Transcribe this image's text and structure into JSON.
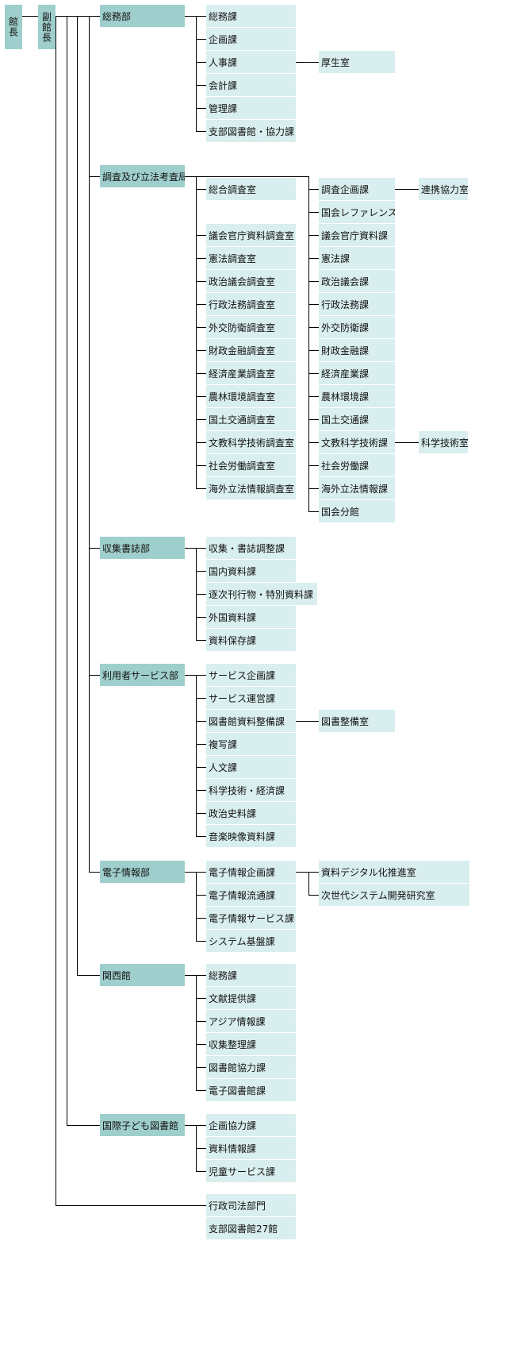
{
  "director": "館長",
  "deputy": "副館長",
  "departments": [
    {
      "name": "総務部",
      "sections": [
        "総務課",
        "企画課",
        "人事課",
        "会計課",
        "管理課",
        "支部図書館・協力課"
      ],
      "offices": [
        {
          "parent": 2,
          "name": "厚生室"
        }
      ]
    },
    {
      "name": "調査及び立法考査局",
      "research_offices": [
        "総合調査室",
        "議会官庁資料調査室",
        "憲法調査室",
        "政治議会調査室",
        "行政法務調査室",
        "外交防衛調査室",
        "財政金融調査室",
        "経済産業調査室",
        "農林環境調査室",
        "国土交通調査室",
        "文教科学技術調査室",
        "社会労働調査室",
        "海外立法情報調査室"
      ],
      "sections": [
        "調査企画課",
        "国会レファレンス課",
        "議会官庁資料課",
        "憲法課",
        "政治議会課",
        "行政法務課",
        "外交防衛課",
        "財政金融課",
        "経済産業課",
        "農林環境課",
        "国土交通課",
        "文教科学技術課",
        "社会労働課",
        "海外立法情報課",
        "国会分館"
      ],
      "offices": [
        {
          "parent": 0,
          "name": "連携協力室"
        },
        {
          "parent": 11,
          "name": "科学技術室"
        }
      ]
    },
    {
      "name": "収集書誌部",
      "sections": [
        "収集・書誌調整課",
        "国内資料課",
        "逐次刊行物・特別資料課",
        "外国資料課",
        "資料保存課"
      ]
    },
    {
      "name": "利用者サービス部",
      "sections": [
        "サービス企画課",
        "サービス運営課",
        "図書館資料整備課",
        "複写課",
        "人文課",
        "科学技術・経済課",
        "政治史料課",
        "音楽映像資料課"
      ],
      "offices": [
        {
          "parent": 2,
          "name": "図書整備室"
        }
      ]
    },
    {
      "name": "電子情報部",
      "sections": [
        "電子情報企画課",
        "電子情報流通課",
        "電子情報サービス課",
        "システム基盤課"
      ],
      "offices": [
        {
          "parent": 0,
          "name": "資料デジタル化推進室"
        },
        {
          "parent": 0,
          "name": "次世代システム開発研究室"
        }
      ]
    },
    {
      "name": "関西館",
      "sections": [
        "総務課",
        "文献提供課",
        "アジア情報課",
        "収集整理課",
        "図書館協力課",
        "電子図書館課"
      ]
    },
    {
      "name": "国際子ども図書館",
      "sections": [
        "企画協力課",
        "資料情報課",
        "児童サービス課"
      ]
    }
  ],
  "branches": [
    "行政司法部門",
    "支部図書館27館"
  ]
}
